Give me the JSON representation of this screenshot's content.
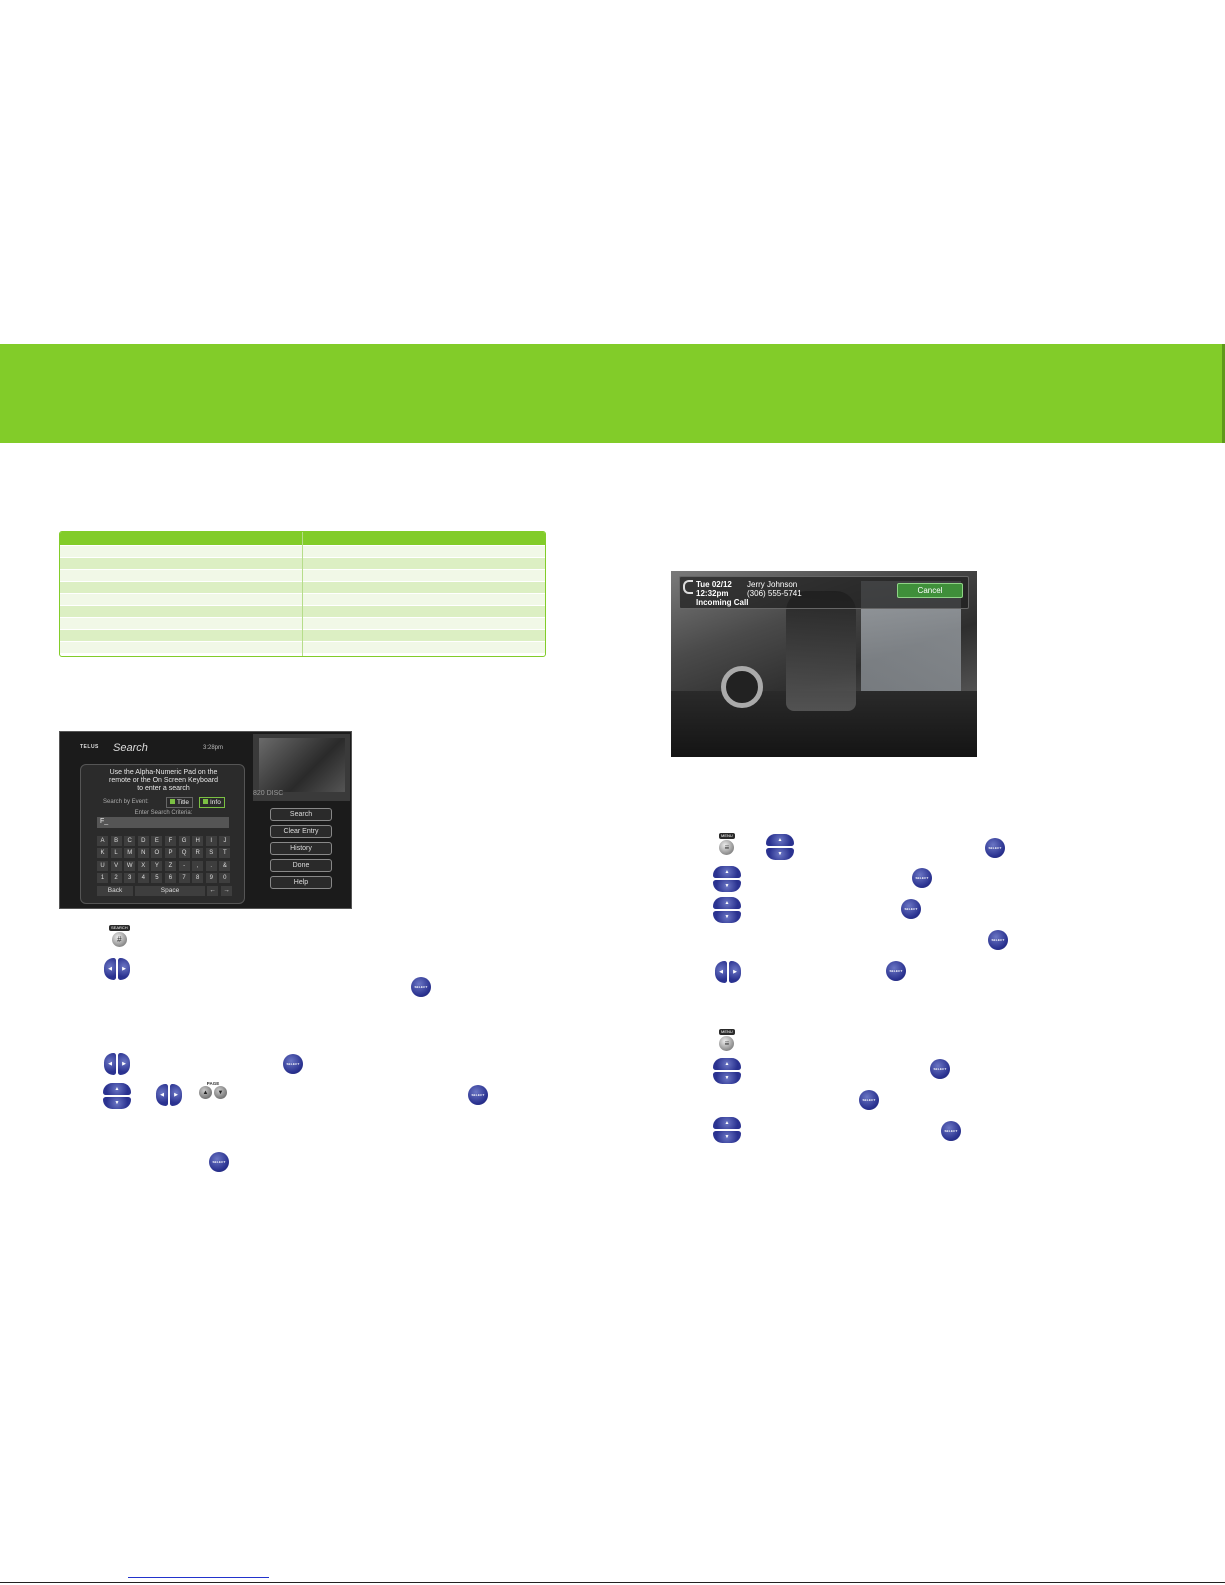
{
  "colors": {
    "brand_green": "#82cc29",
    "table_row_dark": "#dcefc3",
    "table_row_light": "#f1f8e7",
    "select_blue": "#2a3290"
  },
  "search_screen": {
    "brand": "TELUS",
    "title": "Search",
    "clock": "3:28pm",
    "instruction_line1": "Use the Alpha-Numeric Pad on the",
    "instruction_line2": "remote or the On Screen Keyboard",
    "instruction_line3": "to enter a search",
    "search_by_label": "Search by Event:",
    "option_title": "Title",
    "option_info": "Info",
    "criteria_label": "Enter Search Criteria:",
    "field_value": "F_",
    "channel": "820 DISC",
    "keys": [
      "A",
      "B",
      "C",
      "D",
      "E",
      "F",
      "G",
      "H",
      "I",
      "J",
      "K",
      "L",
      "M",
      "N",
      "O",
      "P",
      "Q",
      "R",
      "S",
      "T",
      "U",
      "V",
      "W",
      "X",
      "Y",
      "Z",
      "-",
      ",",
      ".",
      "&",
      "1",
      "2",
      "3",
      "4",
      "5",
      "6",
      "7",
      "8",
      "9",
      "0"
    ],
    "back_key": "Back",
    "space_key": "Space",
    "arrow_left_key": "←",
    "arrow_right_key": "→",
    "buttons": {
      "search": "Search",
      "clear_entry": "Clear Entry",
      "history": "History",
      "done": "Done",
      "help": "Help"
    }
  },
  "call_screen": {
    "date": "Tue 02/12",
    "time": "12:32pm",
    "status": "Incoming Call",
    "caller_name": "Jerry Johnson",
    "caller_number": "(306) 555-5741",
    "cancel_label": "Cancel"
  },
  "remote": {
    "select_label": "SELECT",
    "search_tag": "SEARCH",
    "search_glyph": "#",
    "menu_tag": "MENU",
    "menu_glyph": "≡",
    "page_tag": "PAGE",
    "arrow_left": "◀",
    "arrow_right": "▶",
    "arrow_up": "▲",
    "arrow_down": "▼"
  }
}
